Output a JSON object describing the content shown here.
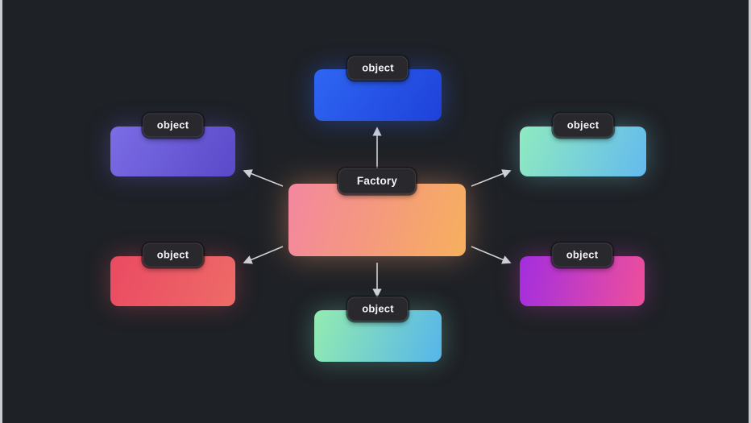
{
  "canvas": {
    "background": "#1e2126"
  },
  "arrows": {
    "color": "#ced2d6"
  },
  "center": {
    "label": "Factory",
    "gradient": "linear-gradient(105deg, #f387a0 0%, #f59a7c 50%, #f6b05e 100%)"
  },
  "nodes": {
    "top": {
      "label": "object",
      "gradient": "linear-gradient(125deg, #2f66f3 0%, #1e41d9 100%)"
    },
    "top_left": {
      "label": "object",
      "gradient": "linear-gradient(120deg, #7b6de5 0%, #5a49c9 100%)"
    },
    "top_right": {
      "label": "object",
      "gradient": "linear-gradient(110deg, #8feac0 0%, #63baee 100%)"
    },
    "bottom_left": {
      "label": "object",
      "gradient": "linear-gradient(110deg, #ea4a62 0%, #ee6b67 100%)"
    },
    "bottom_right": {
      "label": "object",
      "gradient": "linear-gradient(100deg, #a32edf 0%, #ee4f9b 100%)"
    },
    "bottom": {
      "label": "object",
      "gradient": "linear-gradient(110deg, #93ecb0 0%, #56b5ea 100%)"
    }
  }
}
